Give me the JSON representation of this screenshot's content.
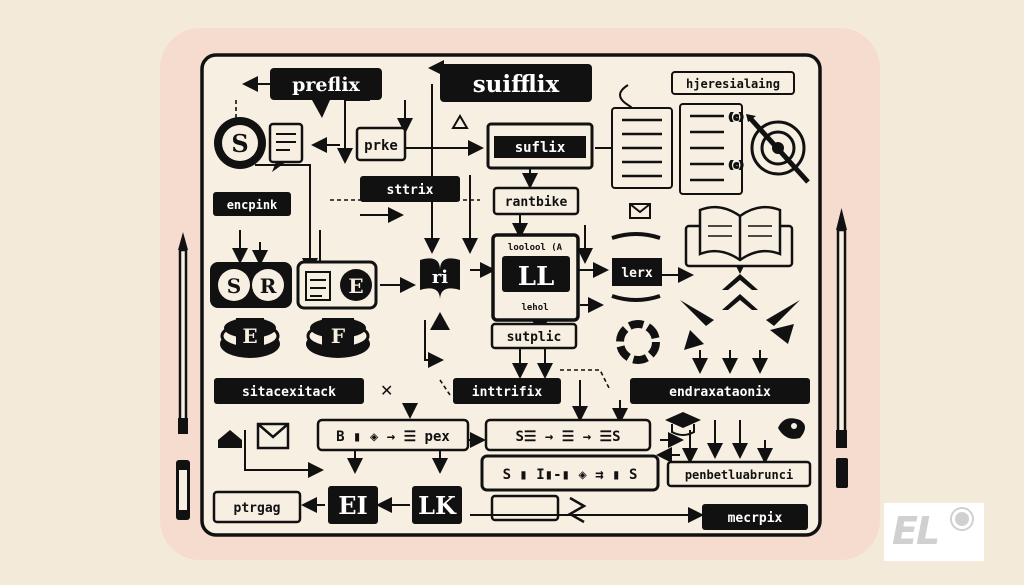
{
  "title": "suifflix",
  "labels": {
    "prefix": "preflix",
    "heresialaing": "hjeresialaing",
    "prke": "prke",
    "sufflix": "suflix",
    "sttrix": "sttrix",
    "encpink": "encpink",
    "rantbike": "rantbike",
    "sr": "SR",
    "e_doc": "E",
    "ri": "ri",
    "ll": "LL",
    "lerx": "lerx",
    "ll_top": "loolool (A",
    "ll_bottom": "lehol",
    "ef_e": "E",
    "ef_f": "F",
    "sutplic": "sutplic",
    "sitacexitack": "sitacexitack",
    "intrifix": "inttrifix",
    "endraxataonix": "endraxataonix",
    "bpex": "B ▮ ◈ → ☰ pex",
    "chain1": "S☰ → ☰ → ☰S",
    "chain2": "S ▮ I▮-▮ ◈ ⇉ ▮ S",
    "penbet": "penbetluabrunci",
    "ptrgag": "ptrgag",
    "ei": "EI",
    "lk": "LK",
    "mecrpix": "mecrpix",
    "s_circle": "S"
  },
  "logo": {
    "text": "EL"
  },
  "colors": {
    "ink": "#111111",
    "paper": "#f7efe2",
    "frame_glow": "#f6dccf",
    "background": "#f3ead9"
  }
}
